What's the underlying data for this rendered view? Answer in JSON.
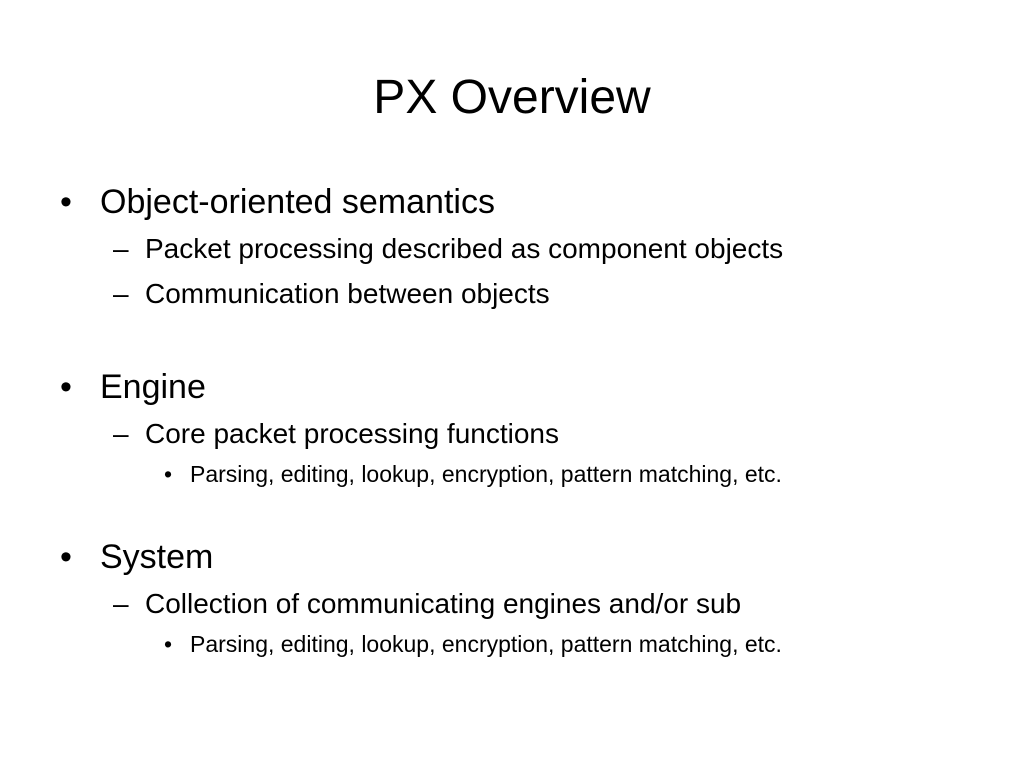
{
  "slide": {
    "title": "PX Overview",
    "markers": {
      "level1": "•",
      "level2": "–",
      "level3": "•"
    },
    "sections": [
      {
        "heading": "Object-oriented semantics",
        "subitems": [
          {
            "text": "Packet processing described as component objects"
          },
          {
            "text": "Communication between objects"
          }
        ]
      },
      {
        "heading": "Engine",
        "subitems": [
          {
            "text": "Core packet processing functions",
            "details": [
              "Parsing, editing, lookup, encryption, pattern matching, etc."
            ]
          }
        ]
      },
      {
        "heading": "System",
        "subitems": [
          {
            "text": "Collection of communicating engines and/or sub",
            "details": [
              "Parsing, editing, lookup, encryption, pattern matching, etc."
            ]
          }
        ]
      }
    ]
  }
}
